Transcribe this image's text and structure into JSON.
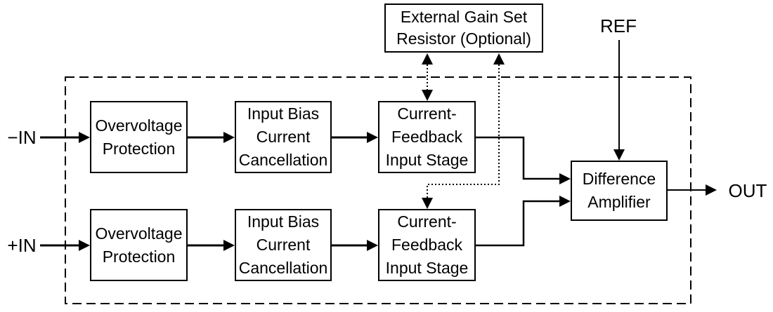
{
  "diagram": {
    "kind": "instrumentation-amplifier-functional-block-diagram",
    "ports": {
      "in_neg": {
        "label": "−IN"
      },
      "in_pos": {
        "label": "+IN"
      },
      "ref": {
        "label": "REF"
      },
      "out": {
        "label": "OUT"
      }
    },
    "blocks": {
      "external_gain": {
        "label": "External Gain Set\nResistor (Optional)"
      },
      "top_row": {
        "overvoltage": {
          "label": "Overvoltage\nProtection"
        },
        "bias_cancel": {
          "label": "Input Bias\nCurrent\nCancellation"
        },
        "cfb_input": {
          "label": "Current-\nFeedback\nInput Stage"
        }
      },
      "bottom_row": {
        "overvoltage": {
          "label": "Overvoltage\nProtection"
        },
        "bias_cancel": {
          "label": "Input Bias\nCurrent\nCancellation"
        },
        "cfb_input": {
          "label": "Current-\nFeedback\nInput Stage"
        }
      },
      "difference_amp": {
        "label": "Difference\nAmplifier"
      }
    },
    "colors": {
      "line": "#000000",
      "background": "#ffffff"
    }
  }
}
